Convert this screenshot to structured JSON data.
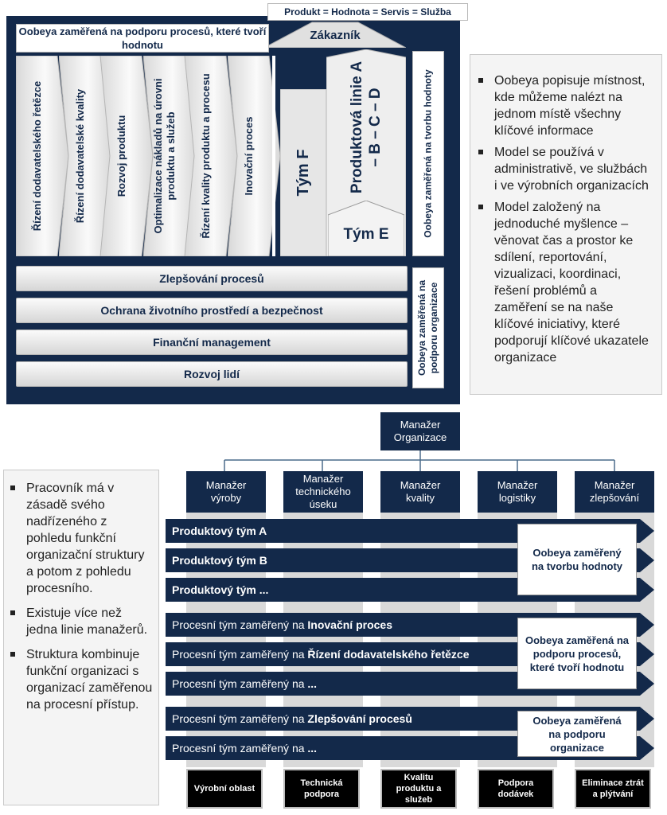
{
  "top": {
    "banner": "Produkt = Hodnota = Servis = Služba",
    "customer": "Zákazník",
    "process_title": "Oobeya zaměřená na podporu procesů, které tvoří hodnotu",
    "chevrons": [
      "Řízení dodavatelského řetězce",
      "Řízení dodavatelské kvality",
      "Rozvoj produktu",
      "Optimalizace nákladů na úrovni produktu a služeb",
      "Řízení kvality produktu a procesu",
      "Inovační proces"
    ],
    "team_f": "Tým F",
    "product_line": "Produktová linie A – B – C – D",
    "team_e": "Tým E",
    "value_label": "Oobeya zaměřená na tvorbu hodnoty",
    "bars": [
      "Zlepšování procesů",
      "Ochrana životního prostředí a bezpečnost",
      "Finanční management",
      "Rozvoj lidí"
    ],
    "support_label": "Oobeya zaměřená na podporu organizace"
  },
  "right_bullets": [
    "Oobeya popisuje místnost, kde můžeme nalézt na jednom místě všechny klíčové informace",
    "Model se používá v administrativě, ve službách i ve výrobních organizacích",
    "Model založený na jednoduché myšlence – věnovat čas a prostor ke sdílení, reportování, vizualizaci, koordinaci, řešení problémů a zaměření se na naše klíčové iniciativy, které podporují klíčové ukazatele organizace"
  ],
  "left_bullets": [
    "Pracovník má v zásadě svého nadřízeného z pohledu funkční organizační struktury a potom z pohledu procesního.",
    "Existuje více než jedna linie manažerů.",
    "Struktura kombinuje funkční organizaci s organizací zaměřenou na procesní přístup."
  ],
  "org": {
    "top_manager": "Manažer Organizace",
    "managers": [
      "Manažer výroby",
      "Manažer technického úseku",
      "Manažer kvality",
      "Manažer logistiky",
      "Manažer zlepšování"
    ],
    "product_rows": [
      "Produktový tým A",
      "Produktový tým B",
      "Produktový tým ..."
    ],
    "product_oobeya": "Oobeya zaměřený na tvorbu hodnoty",
    "process_prefix": "Procesní tým zaměřený na ",
    "process_rows": [
      "Inovační proces",
      "Řízení dodavatelského řetězce",
      "..."
    ],
    "process_oobeya": "Oobeya zaměřená na podporu procesů, které tvoří hodnotu",
    "support_rows": [
      "Zlepšování procesů",
      "..."
    ],
    "support_oobeya": "Oobeya zaměřená na podporu organizace",
    "bottom_boxes": [
      "Výrobní oblast",
      "Technická podpora",
      "Kvalitu produktu a služeb",
      "Podpora dodávek",
      "Eliminace ztrát a plýtvání"
    ]
  },
  "colors": {
    "navy": "#13294a",
    "gray_panel": "#f4f4f4"
  }
}
